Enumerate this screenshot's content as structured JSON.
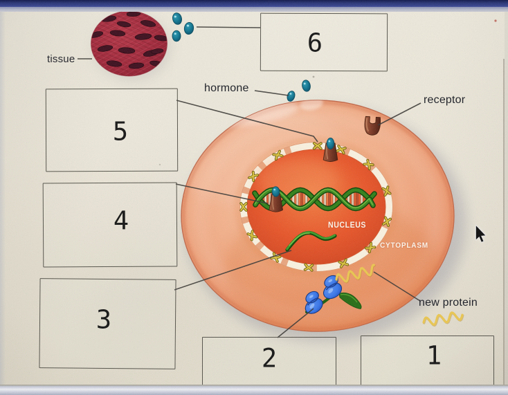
{
  "screen": {
    "description": "photographed slide: hormone action cell diagram with numbered answer boxes",
    "background_color": "#e9e5d9",
    "top_bar_color": "#2e3a7e",
    "bottom_bar_color": "#ccd1e2"
  },
  "diagram": {
    "labels": {
      "tissue": "tissue",
      "hormone": "hormone",
      "receptor": "receptor",
      "new_protein": "new protein",
      "nucleus": "NUCLEUS",
      "cytoplasm": "CYTOPLASM"
    },
    "colors": {
      "cell": "#f2b289",
      "nucleus": "#e65f33",
      "tissue": "#b23546",
      "hormone_dot": "#2591ad",
      "receptor": "#8a4631",
      "ribosome": "#3b78e8",
      "mrna": "#3f9c2e",
      "new_protein": "#e8c653",
      "box_border": "#5f5d57",
      "connector_line": "#3e3c38"
    }
  },
  "answer_boxes": [
    {
      "number": "1"
    },
    {
      "number": "2"
    },
    {
      "number": "3"
    },
    {
      "number": "4"
    },
    {
      "number": "5"
    },
    {
      "number": "6"
    }
  ],
  "cursor": {
    "type": "arrow"
  }
}
